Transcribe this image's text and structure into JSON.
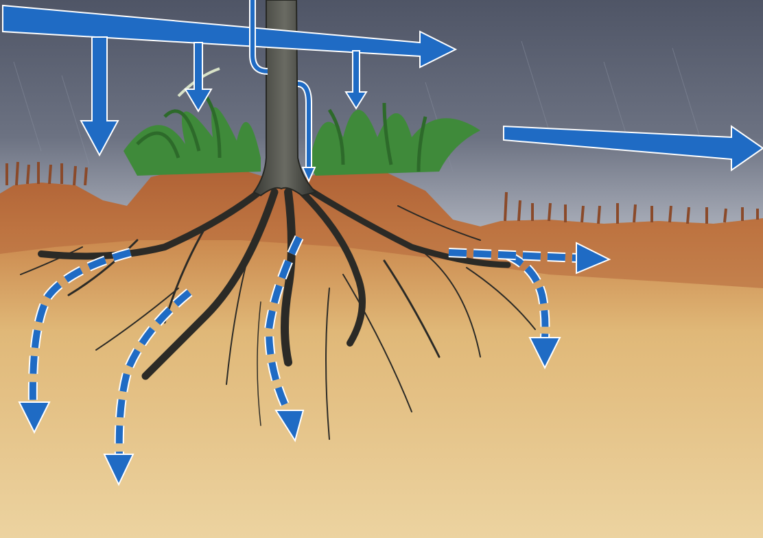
{
  "diagram": {
    "type": "illustration",
    "subject": "rainwater-interception-infiltration",
    "text_labels": []
  },
  "elements": {
    "sky": {
      "color": "#5b6272"
    },
    "tree_trunk": {
      "color": "#4a4b45"
    },
    "vegetation": {
      "color": "#3f8a3a"
    },
    "topsoil": {
      "color": "#b86a3a"
    },
    "subsoil": {
      "color": "#e6c486"
    },
    "roots": {
      "color": "#2b2a26"
    },
    "surface_flow_arrows": {
      "color": "#1f6bc4",
      "count": 2,
      "style": "solid"
    },
    "rainfall_arrows": {
      "color": "#1f6bc4",
      "count": 3,
      "style": "solid"
    },
    "stemflow_arrows": {
      "color": "#1f6bc4",
      "count": 2,
      "style": "solid"
    },
    "infiltration_arrows": {
      "color": "#1f6bc4",
      "count": 4,
      "style": "dashed"
    },
    "lateral_subsurface_arrow": {
      "color": "#1f6bc4",
      "count": 1,
      "style": "dashed"
    }
  }
}
